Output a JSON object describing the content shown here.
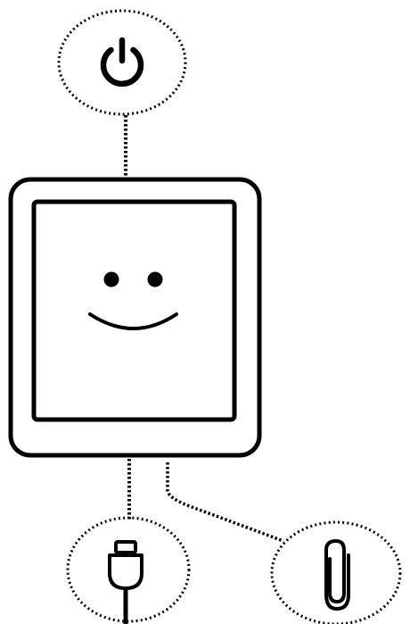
{
  "diagram": {
    "device": "ereader-device",
    "screen_face": "smiley-face",
    "callouts": [
      {
        "name": "power-button-callout",
        "icon": "power-icon"
      },
      {
        "name": "usb-port-callout",
        "icon": "usb-cable-icon"
      },
      {
        "name": "reset-pinhole-callout",
        "icon": "paperclip-icon"
      }
    ]
  },
  "colors": {
    "ink": "#000000",
    "background": "#ffffff"
  }
}
